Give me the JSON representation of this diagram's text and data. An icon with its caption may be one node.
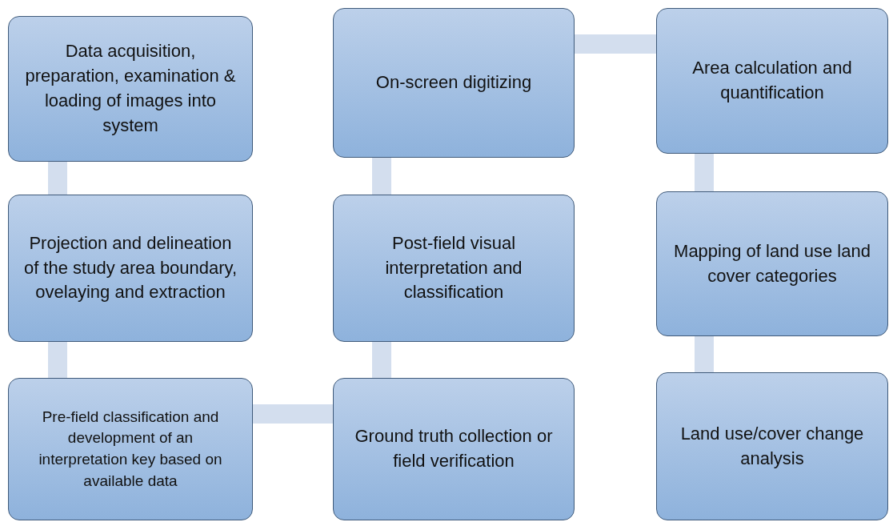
{
  "diagram": {
    "nodes": [
      {
        "text": [
          "Data acquisition, preparation, examination & loading of images into system"
        ]
      },
      {
        "text": [
          "Projection and delineation of the study area boundary, ovelaying and extraction"
        ]
      },
      {
        "text": [
          "Pre-field classification and development of an interpretation key based on available data"
        ]
      },
      {
        "text": [
          "On-screen digitizing"
        ]
      },
      {
        "text": [
          "Post-field visual interpretation and classification"
        ]
      },
      {
        "text": [
          "Ground truth collection or field verification"
        ]
      },
      {
        "text": [
          "Area calculation and quantification"
        ]
      },
      {
        "text": [
          "Mapping of land use land cover categories"
        ]
      },
      {
        "text": [
          "Land use/cover change analysis"
        ]
      }
    ],
    "edges": [
      {
        "from": 0,
        "to": 1,
        "arrow": "none"
      },
      {
        "from": 1,
        "to": 2,
        "arrow": "none"
      },
      {
        "from": 2,
        "to": 5,
        "arrow": "none"
      },
      {
        "from": 5,
        "to": 4,
        "arrow": "none"
      },
      {
        "from": 4,
        "to": 3,
        "arrow": "none"
      },
      {
        "from": 3,
        "to": 6,
        "arrow": "none"
      },
      {
        "from": 6,
        "to": 7,
        "arrow": "none"
      },
      {
        "from": 7,
        "to": 8,
        "arrow": "none"
      }
    ]
  }
}
